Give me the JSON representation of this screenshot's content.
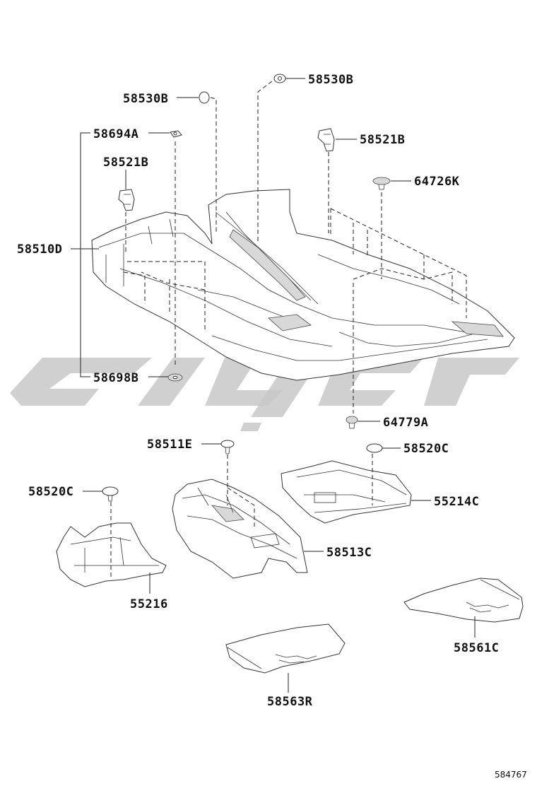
{
  "labels": {
    "l_58530B_top": "58530B",
    "l_58530B_left": "58530B",
    "l_58694A": "58694A",
    "l_58521B_right": "58521B",
    "l_58521B_left": "58521B",
    "l_64726K": "64726K",
    "l_58510D": "58510D",
    "l_58698B": "58698B",
    "l_64779A": "64779A",
    "l_58511E": "58511E",
    "l_58520C_right": "58520C",
    "l_58520C_left": "58520C",
    "l_55214C": "55214C",
    "l_58513C": "58513C",
    "l_55216": "55216",
    "l_58561C": "58561C",
    "l_58563R": "58563R"
  },
  "document_number": "584767",
  "colors": {
    "line": "#222222",
    "watermark": "#c8c8c8",
    "background": "#ffffff"
  }
}
